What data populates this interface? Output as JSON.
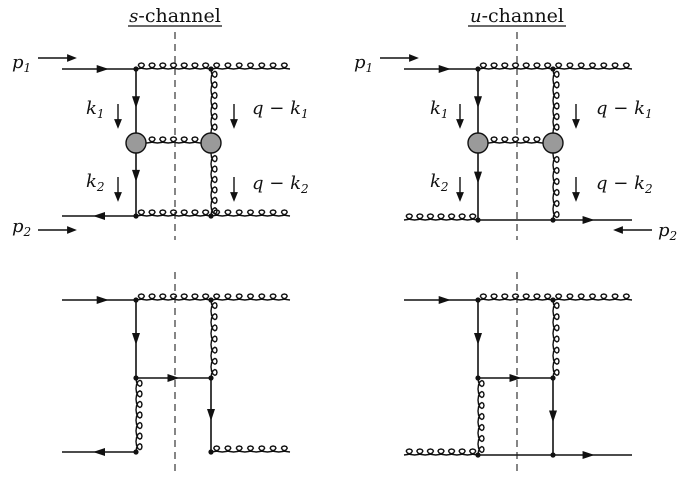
{
  "titles": {
    "s_channel": {
      "letter": "s",
      "text": "-channel"
    },
    "u_channel": {
      "letter": "u",
      "text": "-channel"
    }
  },
  "labels": {
    "p1": {
      "sym": "p",
      "sub": "1"
    },
    "p2": {
      "sym": "p",
      "sub": "2"
    },
    "k1": {
      "sym": "k",
      "sub": "1"
    },
    "k2": {
      "sym": "k",
      "sub": "2"
    },
    "q_minus_k1": {
      "sym": "q",
      "op": " − ",
      "sym2": "k",
      "sub": "1"
    },
    "q_minus_k2": {
      "sym": "q",
      "op": " − ",
      "sym2": "k",
      "sub": "2"
    }
  },
  "colors": {
    "line": "#111111",
    "blob_fill": "#9a9a9a",
    "cut_line": "#222222"
  }
}
